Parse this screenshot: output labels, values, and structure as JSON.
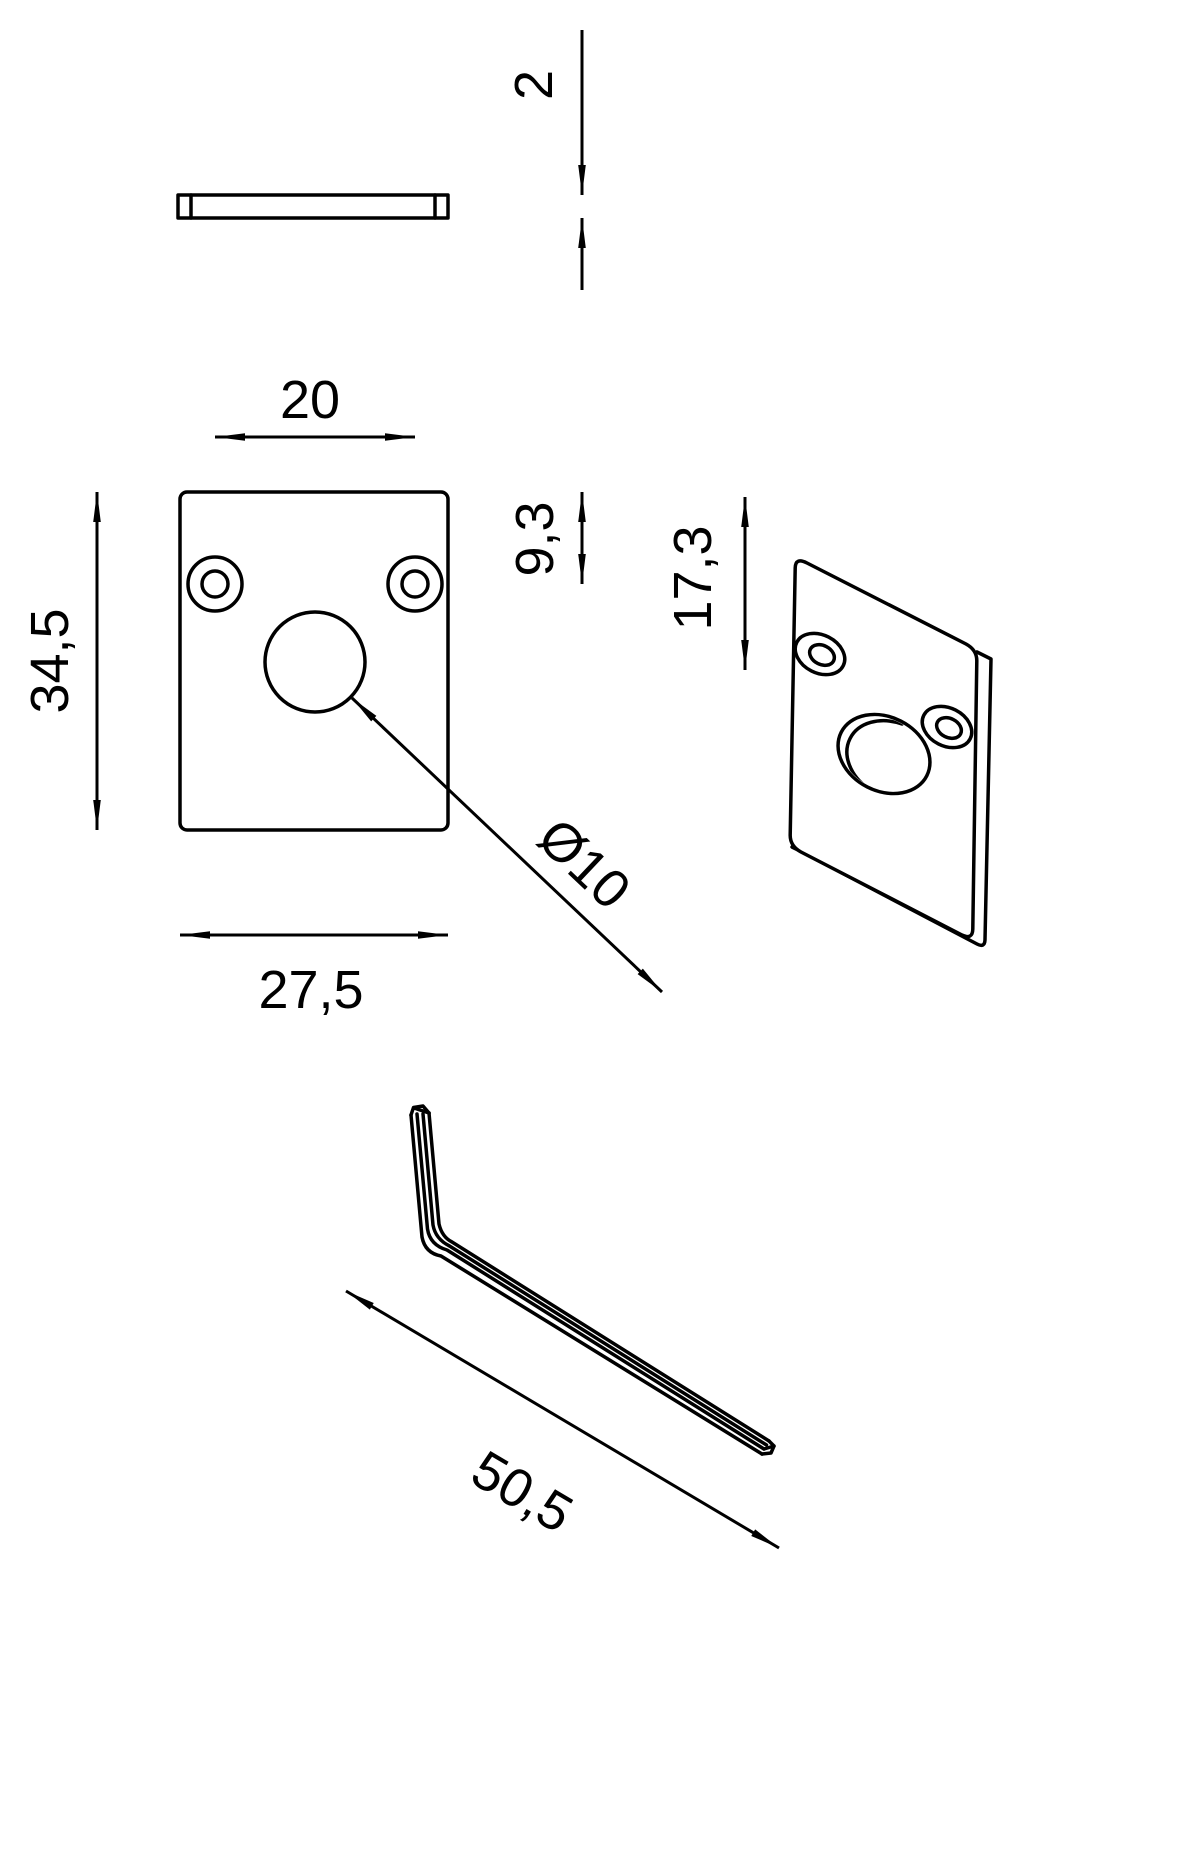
{
  "drawing": {
    "type": "technical-drawing",
    "labels": {
      "thickness": "2",
      "hole_spacing": "20",
      "plate_height": "34,5",
      "hole_offset_top": "9,3",
      "center_hole_offset": "17,3",
      "plate_width": "27,5",
      "center_hole_diameter": "Ø10",
      "hex_key_length": "50,5"
    },
    "colors": {
      "line": "#000000",
      "background": "#ffffff"
    }
  }
}
